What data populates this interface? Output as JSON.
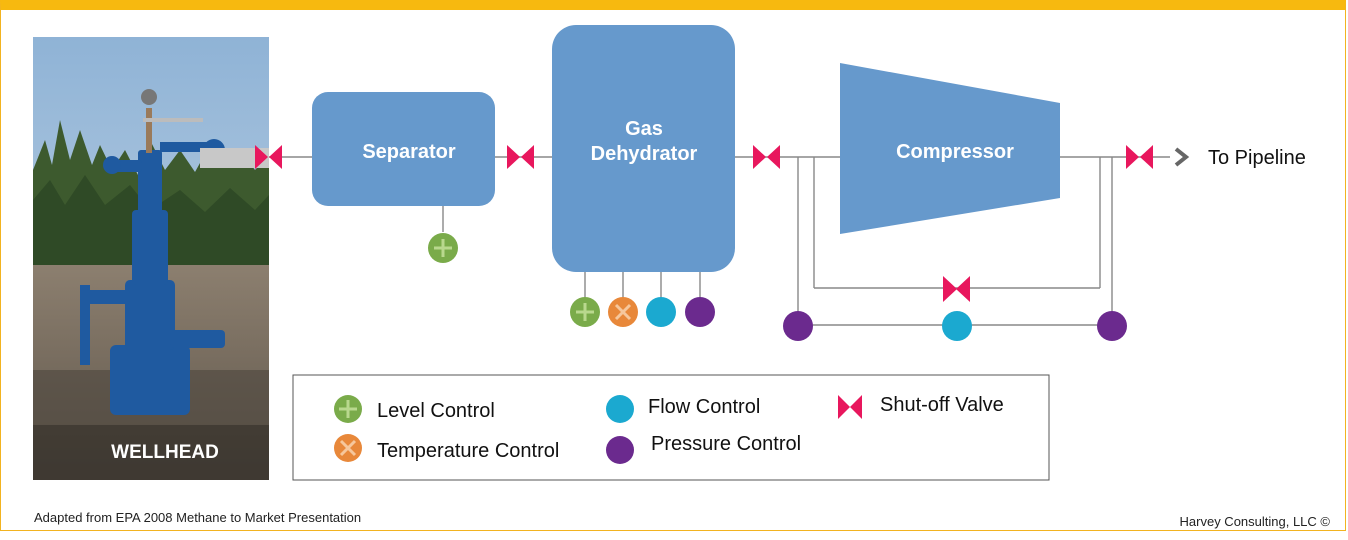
{
  "title": "",
  "wellhead_label": "WELLHEAD",
  "equipment": {
    "separator": "Separator",
    "dehydrator_line1": "Gas",
    "dehydrator_line2": "Dehydrator",
    "compressor": "Compressor"
  },
  "outlet_label": "To Pipeline",
  "legend": {
    "level": "Level Control",
    "temperature": "Temperature Control",
    "flow": "Flow Control",
    "pressure": "Pressure Control",
    "valve": "Shut-off Valve"
  },
  "footer": {
    "source": "Adapted from EPA 2008 Methane to Market Presentation",
    "credit": "Harvey Consulting, LLC ©"
  },
  "colors": {
    "accent_border": "#f7b90f",
    "equipment_fill": "#6699cc",
    "valve": "#e8175d",
    "level_control": "#7aab4a",
    "temperature_control": "#e8883a",
    "flow_control": "#1ba9d0",
    "pressure_control": "#6b2a8e",
    "pipe": "#888888"
  }
}
